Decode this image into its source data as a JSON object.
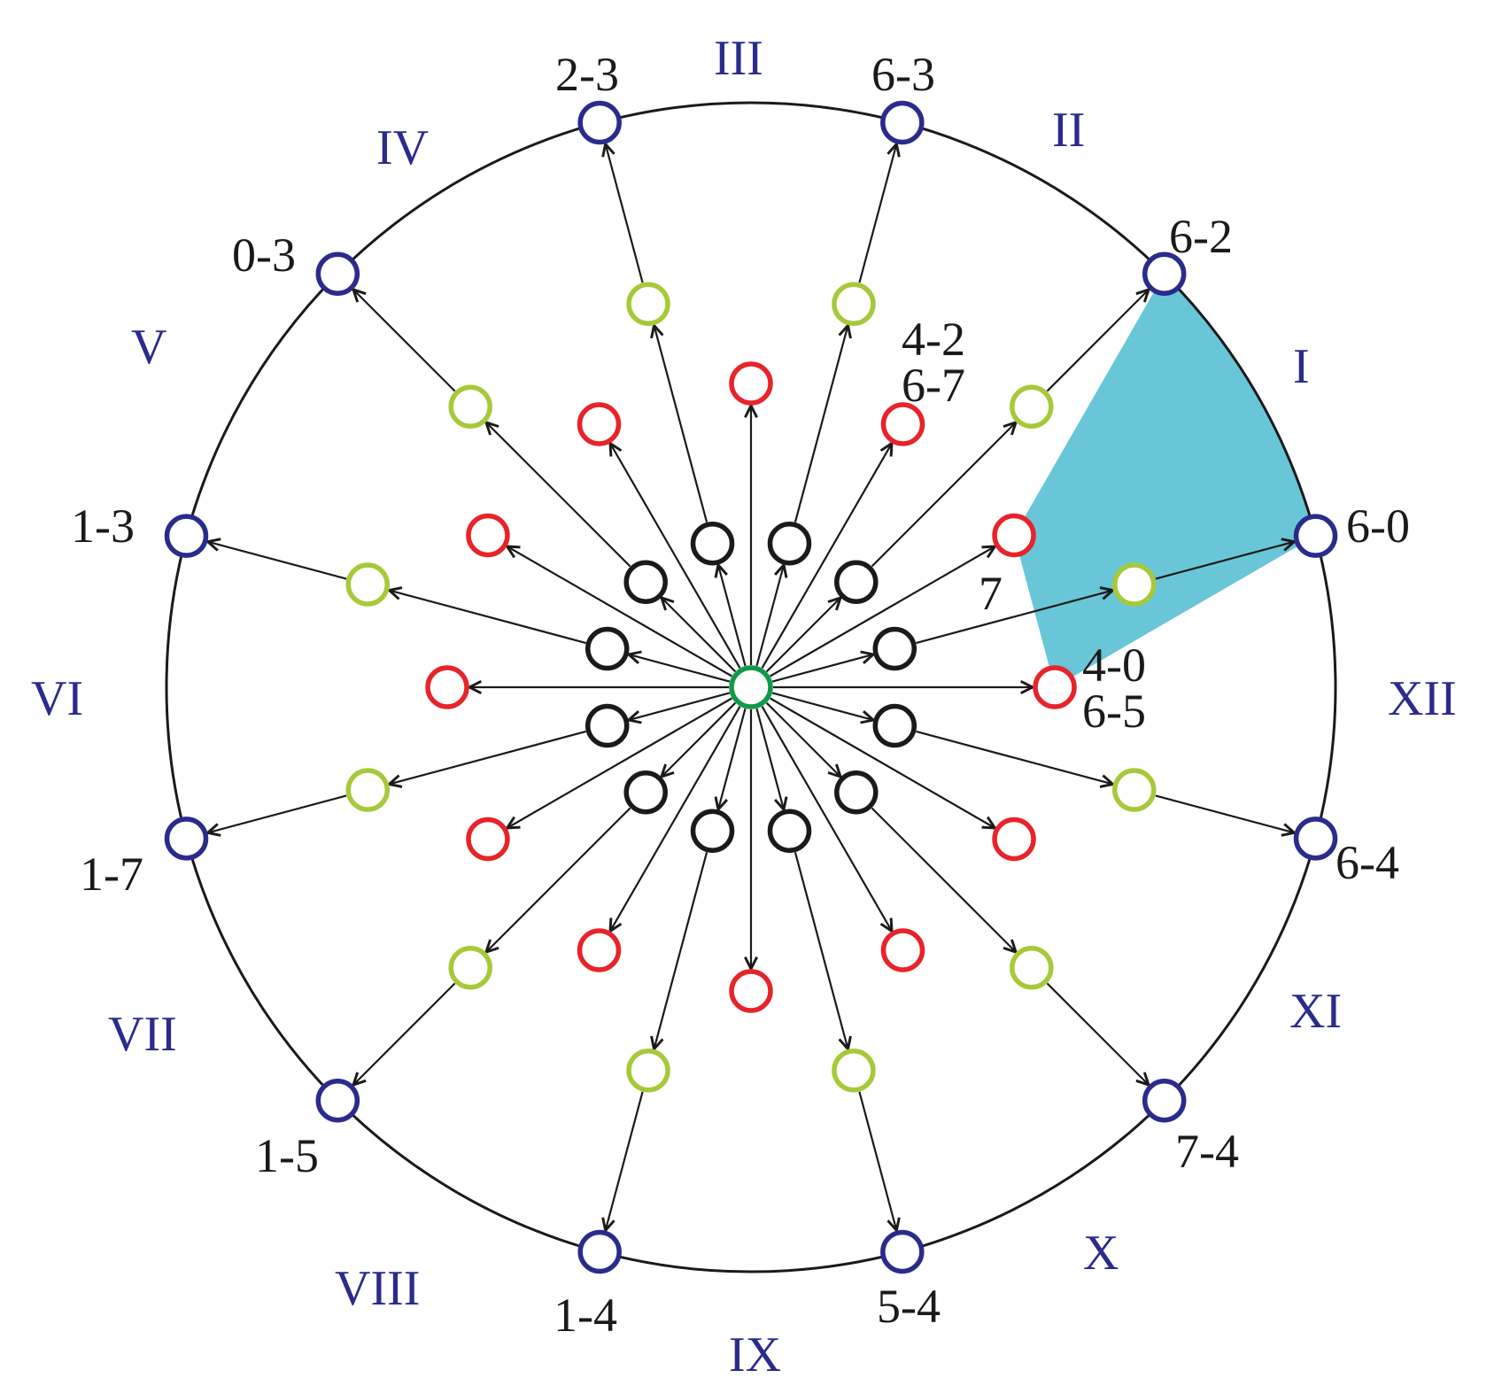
{
  "colors": {
    "outer": "#2b2b8c",
    "green_light": "#a6c93a",
    "red": "#e8232b",
    "black": "#1a1a1a",
    "center": "#0f9a4a",
    "region": "#68c6d8",
    "sector_text": "#2b2b8c"
  },
  "outer_labels": [
    {
      "angle": 15,
      "text": "6-0"
    },
    {
      "angle": 45,
      "text": "6-2"
    },
    {
      "angle": 75,
      "text": "6-3"
    },
    {
      "angle": 105,
      "text": "2-3"
    },
    {
      "angle": 135,
      "text": "0-3"
    },
    {
      "angle": 165,
      "text": "1-3"
    },
    {
      "angle": 195,
      "text": "1-7"
    },
    {
      "angle": 225,
      "text": "1-5"
    },
    {
      "angle": 255,
      "text": "1-4"
    },
    {
      "angle": 285,
      "text": "5-4"
    },
    {
      "angle": 315,
      "text": "7-4"
    },
    {
      "angle": 345,
      "text": "6-4"
    }
  ],
  "inner_labels": {
    "upper_line1": "4-2",
    "upper_line2": "6-7",
    "lower_line1": "4-0",
    "lower_line2": "6-5",
    "middle": "7"
  },
  "sectors": [
    {
      "angle": 30,
      "text": "I"
    },
    {
      "angle": 60,
      "text": "II"
    },
    {
      "angle": 90,
      "text": "III"
    },
    {
      "angle": 120,
      "text": "IV"
    },
    {
      "angle": 150,
      "text": "V"
    },
    {
      "angle": 180,
      "text": "VI"
    },
    {
      "angle": 210,
      "text": "VII"
    },
    {
      "angle": 240,
      "text": "VIII"
    },
    {
      "angle": 270,
      "text": "IX"
    },
    {
      "angle": 300,
      "text": "X"
    },
    {
      "angle": 330,
      "text": "XI"
    },
    {
      "angle": 0,
      "text": "XII"
    }
  ]
}
